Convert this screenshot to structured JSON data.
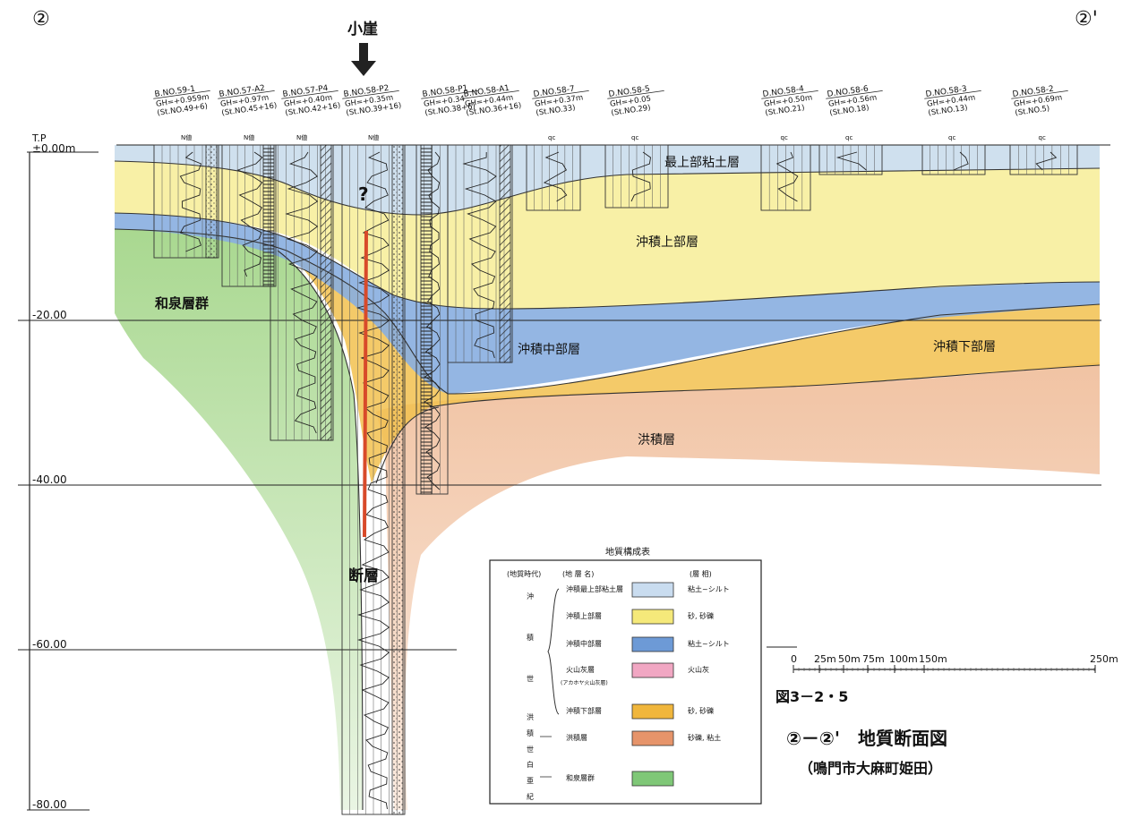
{
  "corner_left": "②",
  "corner_right": "②'",
  "arrow_label": "小崖",
  "question_mark": "?",
  "depth_axis": {
    "datum": "T.P",
    "ticks": [
      "±0.00m",
      "-20.00",
      "-40.00",
      "-60.00",
      "-80.00"
    ]
  },
  "boreholes": [
    {
      "name": "B.NO.59-1",
      "gh": "GH=+0.959m",
      "st": "(St.NO.49+6)",
      "log": "N値"
    },
    {
      "name": "B.NO.57-A2",
      "gh": "GH=+0.97m",
      "st": "(St.NO.45+16)",
      "log": "N値"
    },
    {
      "name": "B.NO.57-P4",
      "gh": "GH=+0.40m",
      "st": "(St.NO.42+16)",
      "log": "N値"
    },
    {
      "name": "B.NO.58-P2",
      "gh": "GH=+0.35m",
      "st": "(St.NO.39+16)",
      "log": "N値"
    },
    {
      "name": "B.NO.58-P1",
      "gh": "GH=+0.34",
      "st": "(St.NO.38+6)",
      "log": ""
    },
    {
      "name": "B.NO.58-A1",
      "gh": "GH=+0.44m",
      "st": "(St.NO.36+16)",
      "log": ""
    },
    {
      "name": "D.NO.58-7",
      "gh": "GH=+0.37m",
      "st": "(St.NO.33)",
      "log": "qc"
    },
    {
      "name": "D.NO.58-5",
      "gh": "GH=+0.05",
      "st": "(St.NO.29)",
      "log": "qc"
    },
    {
      "name": "D.NO.58-4",
      "gh": "GH=+0.50m",
      "st": "(St.NO.21)",
      "log": "qc"
    },
    {
      "name": "D.NO.58-6",
      "gh": "GH=+0.56m",
      "st": "(St.NO.18)",
      "log": "qc"
    },
    {
      "name": "D.NO.58-3",
      "gh": "GH=+0.44m",
      "st": "(St.NO.13)",
      "log": "qc"
    },
    {
      "name": "D.NO.58-2",
      "gh": "GH=+0.69m",
      "st": "(St.NO.5)",
      "log": "qc"
    }
  ],
  "layer_labels": {
    "top_clay": "最上部粘土層",
    "upper": "沖積上部層",
    "middle": "沖積中部層",
    "lower": "沖積下部層",
    "diluvial": "洪積層",
    "izumi": "和泉層群",
    "fault": "断層"
  },
  "legend": {
    "title": "地質構成表",
    "headers": [
      "(地質時代)",
      "(地 層 名)",
      "(層 相)"
    ],
    "era_chars": [
      "沖",
      "積",
      "世",
      "洪",
      "積",
      "世",
      "白",
      "亜",
      "紀"
    ],
    "rows": [
      {
        "name": "沖積最上部粘土層",
        "facies": "粘土~シルト",
        "color": "#c9dcef"
      },
      {
        "name": "沖積上部層",
        "facies": "砂, 砂礫",
        "color": "#f5e97a"
      },
      {
        "name": "沖積中部層",
        "facies": "粘土~シルト",
        "color": "#6d9ad6"
      },
      {
        "name": "火山灰層",
        "sub": "(アカホヤ火山灰層)",
        "facies": "火山灰",
        "color": "#f1a7c3"
      },
      {
        "name": "沖積下部層",
        "facies": "砂, 砂礫",
        "color": "#f0b63c"
      },
      {
        "name": "洪積層",
        "facies": "砂礫, 粘土",
        "color": "#e6946a"
      },
      {
        "name": "和泉層群",
        "facies": "",
        "color": "#7fc777"
      }
    ]
  },
  "scale_bar": {
    "labels": [
      "0",
      "25m",
      "50m",
      "75m",
      "100m",
      "150m",
      "250m"
    ]
  },
  "figure_number": "図3－2・5",
  "figure_title": "②－②'　地質断面図",
  "figure_subtitle": "（鳴門市大麻町姫田）",
  "colors": {
    "top_clay": "#cfe0ee",
    "upper": "#f7ee9c",
    "middle": "#88aee0",
    "lower": "#f2c14f",
    "diluvial": "#f1c3a3",
    "izumi": "#a9d890",
    "fault": "#d84a2a"
  }
}
